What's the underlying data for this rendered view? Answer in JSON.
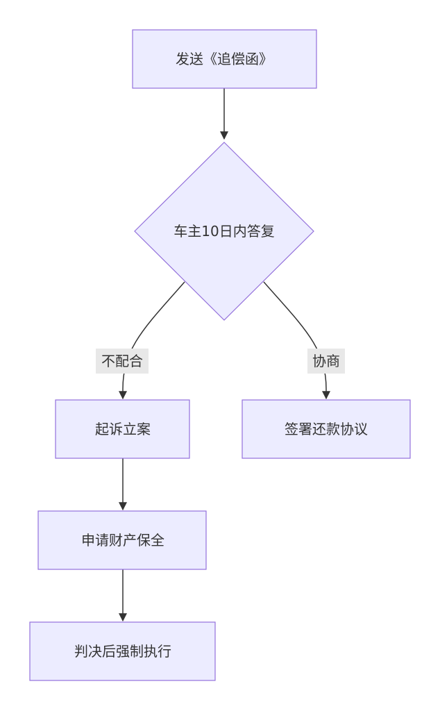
{
  "nodes": {
    "send_letter": "发送《追偿函》",
    "owner_reply": "车主10日内答复",
    "file_lawsuit": "起诉立案",
    "sign_agreement": "签署还款协议",
    "apply_preservation": "申请财产保全",
    "enforce": "判决后强制执行"
  },
  "edges": {
    "not_cooperate": "不配合",
    "negotiate": "协商"
  },
  "colors": {
    "node_fill": "#ECECFF",
    "node_stroke": "#9370DB",
    "edge": "#333333",
    "label_bg": "#E8E8E8",
    "text": "#333333"
  }
}
